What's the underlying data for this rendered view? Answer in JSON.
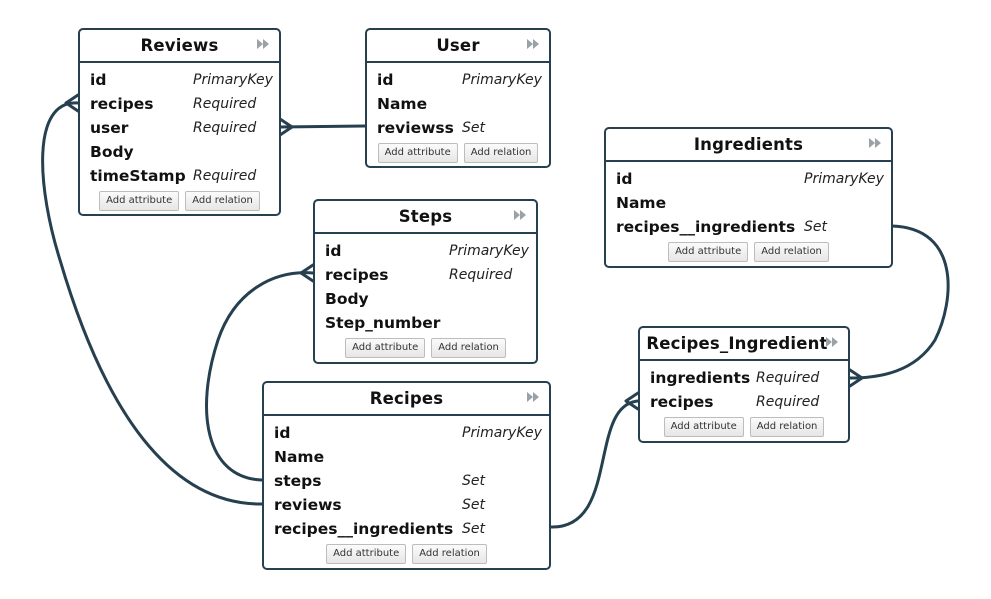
{
  "entities": {
    "reviews": {
      "title": "Reviews",
      "attributes": [
        {
          "name": "id",
          "type": "PrimaryKey"
        },
        {
          "name": "recipes",
          "type": "Required"
        },
        {
          "name": "user",
          "type": "Required"
        },
        {
          "name": "Body",
          "type": ""
        },
        {
          "name": "timeStamp",
          "type": "Required"
        }
      ],
      "add_attribute_label": "Add attribute",
      "add_relation_label": "Add relation"
    },
    "user": {
      "title": "User",
      "attributes": [
        {
          "name": "id",
          "type": "PrimaryKey"
        },
        {
          "name": "Name",
          "type": ""
        },
        {
          "name": "reviewss",
          "type": "Set"
        }
      ],
      "add_attribute_label": "Add attribute",
      "add_relation_label": "Add relation"
    },
    "ingredients": {
      "title": "Ingredients",
      "attributes": [
        {
          "name": "id",
          "type": "PrimaryKey"
        },
        {
          "name": "Name",
          "type": ""
        },
        {
          "name": "recipes__ingredients",
          "type": "Set"
        }
      ],
      "add_attribute_label": "Add attribute",
      "add_relation_label": "Add relation"
    },
    "steps": {
      "title": "Steps",
      "attributes": [
        {
          "name": "id",
          "type": "PrimaryKey"
        },
        {
          "name": "recipes",
          "type": "Required"
        },
        {
          "name": "Body",
          "type": ""
        },
        {
          "name": "Step_number",
          "type": ""
        }
      ],
      "add_attribute_label": "Add attribute",
      "add_relation_label": "Add relation"
    },
    "recipes_ingredient": {
      "title": "Recipes_Ingredient",
      "attributes": [
        {
          "name": "ingredients",
          "type": "Required"
        },
        {
          "name": "recipes",
          "type": "Required"
        }
      ],
      "add_attribute_label": "Add attribute",
      "add_relation_label": "Add relation"
    },
    "recipes": {
      "title": "Recipes",
      "attributes": [
        {
          "name": "id",
          "type": "PrimaryKey"
        },
        {
          "name": "Name",
          "type": ""
        },
        {
          "name": "steps",
          "type": "Set"
        },
        {
          "name": "reviews",
          "type": "Set"
        },
        {
          "name": "recipes__ingredients",
          "type": "Set"
        }
      ],
      "add_attribute_label": "Add attribute",
      "add_relation_label": "Add relation"
    }
  },
  "relations": [
    {
      "from": "Reviews.user",
      "to": "User.reviewss"
    },
    {
      "from": "Reviews.recipes",
      "to": "Recipes.reviews"
    },
    {
      "from": "Steps.recipes",
      "to": "Recipes.steps"
    },
    {
      "from": "Recipes.recipes__ingredients",
      "to": "Recipes_Ingredient.recipes"
    },
    {
      "from": "Ingredients.recipes__ingredients",
      "to": "Recipes_Ingredient.ingredients"
    }
  ],
  "icons": {
    "expand": "double-chevron-right-icon"
  },
  "colors": {
    "border": "#26404f",
    "connector": "#26404f",
    "button_border": "#bdbdbd",
    "background": "#ffffff"
  }
}
